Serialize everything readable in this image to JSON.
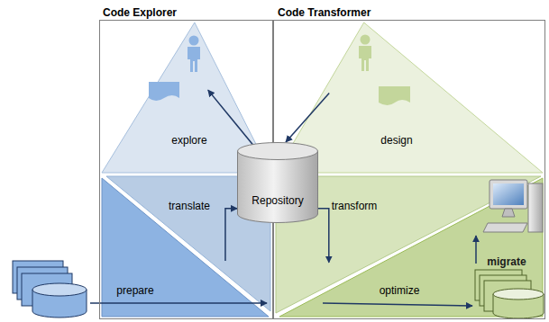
{
  "diagram": {
    "nodes": [
      {
        "text": [
          "Code Explorer"
        ]
      },
      {
        "text": [
          "explore"
        ],
        "in": 0
      },
      {
        "text": [
          "translate"
        ],
        "in": 0
      },
      {
        "text": [
          "prepare"
        ],
        "in": 0
      },
      {
        "text": [
          "Code Transformer"
        ]
      },
      {
        "text": [
          "design"
        ],
        "in": 4
      },
      {
        "text": [
          "transform"
        ],
        "in": 4
      },
      {
        "text": [
          "optimize"
        ],
        "in": 4
      },
      {
        "text": [
          "Repository"
        ]
      }
    ],
    "edges": [
      {
        "from": 8,
        "to": 1,
        "arrow": "to"
      },
      {
        "from": 5,
        "to": 8,
        "arrow": "to"
      },
      {
        "from": 2,
        "to": 8,
        "arrow": "to"
      },
      {
        "from": 8,
        "to": 6,
        "arrow": "to"
      }
    ],
    "labels": [
      "migrate"
    ]
  }
}
